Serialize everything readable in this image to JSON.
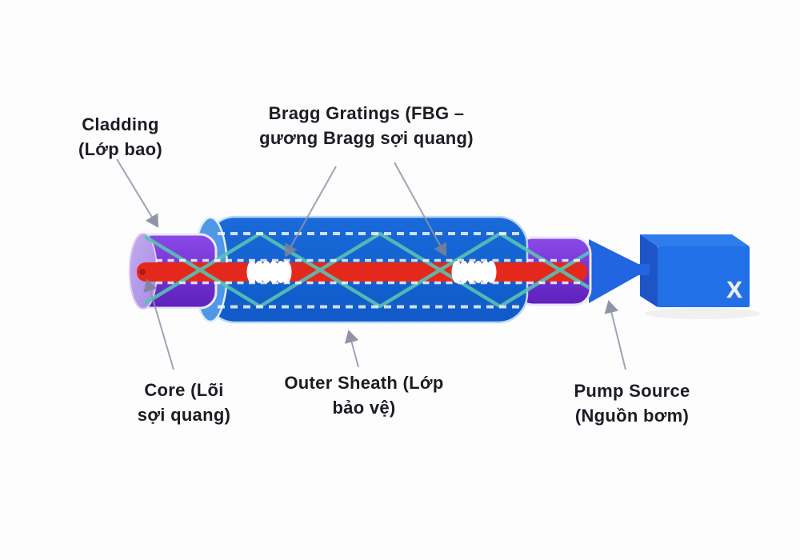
{
  "labels": {
    "cladding": {
      "line1": "Cladding",
      "line2": "(Lớp bao)"
    },
    "bragg": {
      "line1": "Bragg Gratings (FBG –",
      "line2": "gương Bragg sợi quang)"
    },
    "core": {
      "line1": "Core (Lõi",
      "line2": "sợi quang)"
    },
    "outer_sheath": {
      "line1": "Outer Sheath (Lớp",
      "line2": "bảo vệ)"
    },
    "pump_source": {
      "line1": "Pump Source",
      "line2": "(Nguồn bơm)"
    }
  },
  "pump_box": {
    "letter": "X"
  },
  "colors": {
    "background": "#fdfdfd",
    "outer_sheath_blue": "#1565d4",
    "sheath_face_blue": "#4f98e7",
    "cladding_purple": "#7637da",
    "cladding_face_lavender": "#b79ae9",
    "core_red": "#e5281c",
    "light_ray_green": "#57c3b2",
    "grating_white": "#ffffff",
    "pump_cone_blue": "#2166e0",
    "pump_box_front_blue": "#2270e8",
    "pump_box_side_blue": "#1d55c6",
    "pump_box_top_blue": "#2e7cec",
    "pointer_gray": "#8f95a8",
    "label_text": "#1b1d24"
  }
}
